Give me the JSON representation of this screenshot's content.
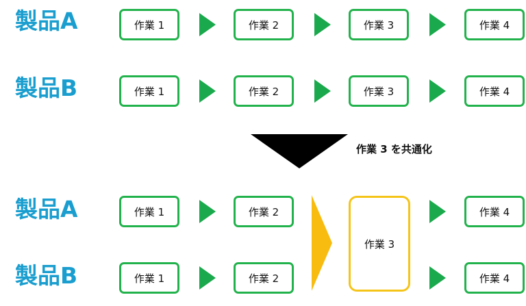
{
  "before": {
    "rows": [
      {
        "label": "製品A",
        "steps": [
          "作業 1",
          "作業 2",
          "作業 3",
          "作業 4"
        ]
      },
      {
        "label": "製品B",
        "steps": [
          "作業 1",
          "作業 2",
          "作業 3",
          "作業 4"
        ]
      }
    ]
  },
  "transition": {
    "note": "作業 3 を共通化"
  },
  "after": {
    "rows": [
      {
        "label": "製品A",
        "steps": [
          "作業 1",
          "作業 2",
          "作業 4"
        ]
      },
      {
        "label": "製品B",
        "steps": [
          "作業 1",
          "作業 2",
          "作業 4"
        ]
      }
    ],
    "shared_step": "作業 3"
  },
  "colors": {
    "label": "#1a9ecf",
    "box_border": "#22b24c",
    "arrow": "#1aa94c",
    "shared_border": "#f5c419",
    "merge_arrow": "#f8bc11",
    "big_arrow": "#000000"
  }
}
